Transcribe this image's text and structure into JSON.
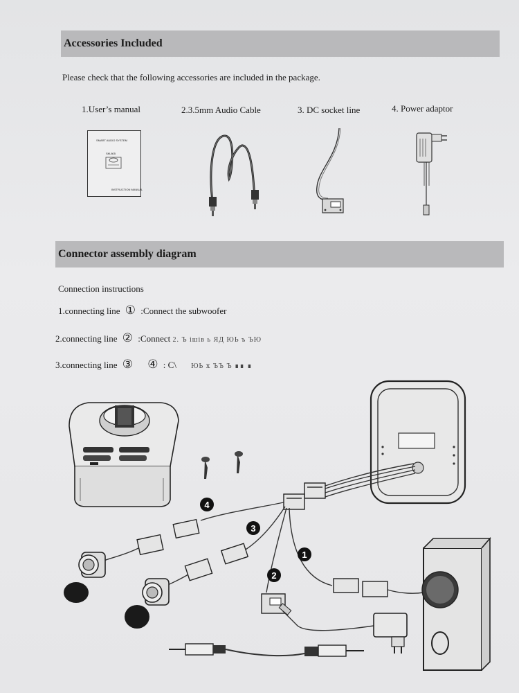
{
  "sections": {
    "accessories": {
      "title": "Accessories Included",
      "intro": "Please check that the following accessories are included in the package.",
      "items": [
        {
          "label": "1.User’s manual"
        },
        {
          "label": "2.3.5mm Audio Cable"
        },
        {
          "label": "3. DC socket line"
        },
        {
          "label": "4. Power adaptor"
        }
      ],
      "manual_cover": {
        "line1": "SMART AUDIO SYSTEM",
        "line2": "SM-805",
        "line3": "INSTRUCTION MANUAL"
      }
    },
    "connector": {
      "title": "Connector assembly diagram",
      "instructions_heading": "Connection instructions",
      "lines": [
        {
          "prefix": "1.connecting line",
          "marks": "①",
          "text": ":Connect the subwoofer"
        },
        {
          "prefix": "2.connecting line",
          "marks": "②",
          "text": ":Connect",
          "tail": "2. Ъ ішів ь ЯД ЮЬ ъ ЪЮ"
        },
        {
          "prefix": "3.connecting line",
          "marks": "③",
          "marks2": "④",
          "text": ":  С\\",
          "tail": "ЮЬ ⅹ ЪЪ Ъ ∎∎ ∎"
        }
      ],
      "callouts": [
        "1",
        "2",
        "3",
        "4"
      ]
    }
  }
}
